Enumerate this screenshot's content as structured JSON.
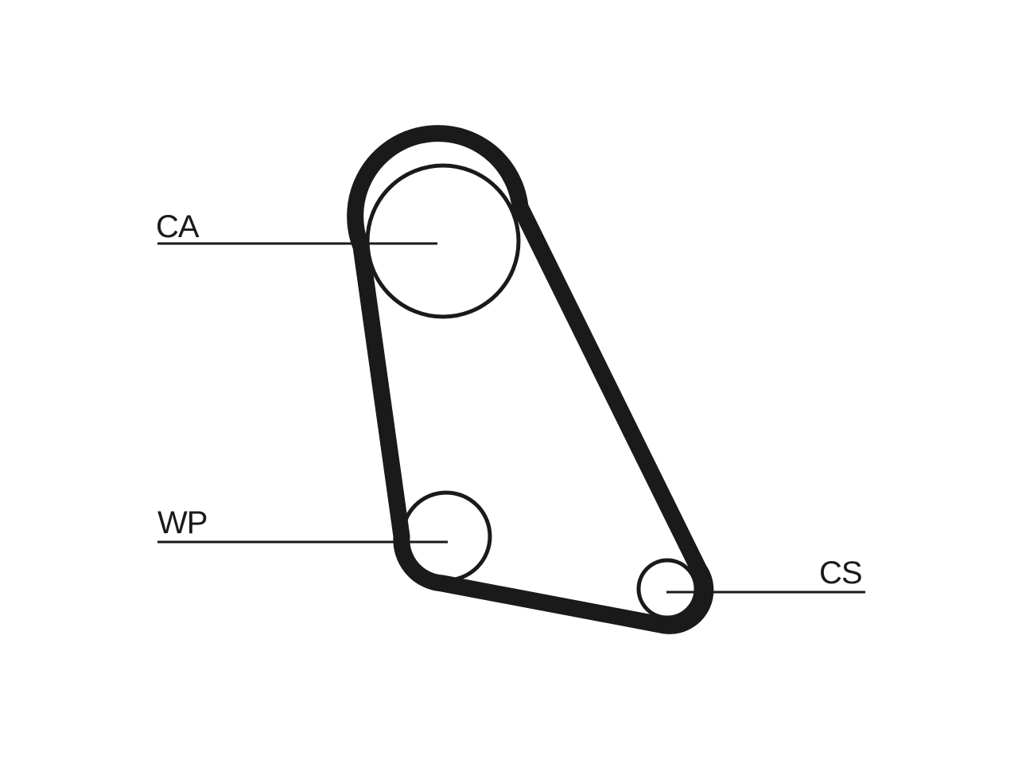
{
  "diagram": {
    "colors": {
      "stroke": "#1a1a1a",
      "background": "#ffffff"
    },
    "labels": {
      "camshaft": "CA",
      "water_pump": "WP",
      "crankshaft": "CS"
    }
  }
}
